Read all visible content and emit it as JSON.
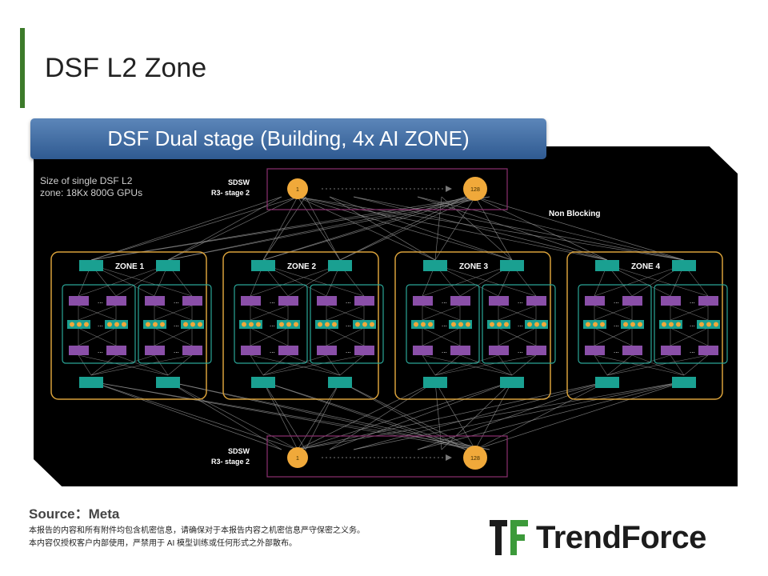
{
  "page": {
    "title": "DSF L2 Zone",
    "banner": "DSF Dual stage (Building, 4x AI ZONE)",
    "source": "Source：Meta",
    "disclaimer": [
      "本报告的内容和所有附件均包含机密信息，请确保对于本报告内容之机密信息严守保密之义务。",
      "本内容仅授权客户内部使用，严禁用于 AI 模型训练或任何形式之外部散布。"
    ]
  },
  "diagram": {
    "size_note_line1": "Size of single DSF L2",
    "size_note_line2": "zone: 18Kx 800G GPUs",
    "sdsw_label": "SDSW",
    "stage_label": "R3- stage 2",
    "node_first": "1",
    "node_last": "128",
    "non_blocking_label": "Non Blocking",
    "zones": [
      "ZONE 1",
      "ZONE 2",
      "ZONE 3",
      "ZONE 4"
    ],
    "ellipsis": "...",
    "colors": {
      "background": "#000000",
      "zone_border": "#d9a13a",
      "pod_border": "#2aa597",
      "switch_teal": "#1aa091",
      "leaf_purple": "#8a4fa8",
      "gpu_orange": "#f0a93a",
      "sdsw_border": "#8c2f70",
      "line": "#9a9a9a"
    }
  },
  "footer": {
    "logo_text": "TrendForce"
  }
}
